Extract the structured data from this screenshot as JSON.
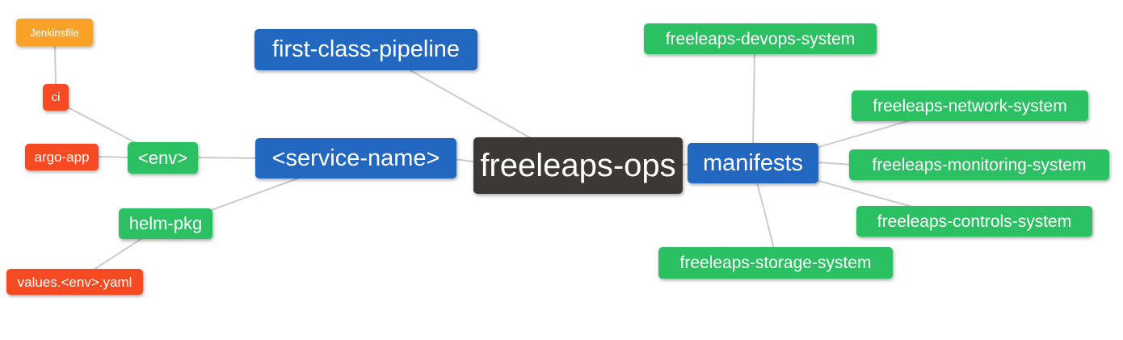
{
  "diagram": {
    "type": "mindmap",
    "root_label": "freeleaps-ops"
  },
  "palette": {
    "root_dark": "#3b3835",
    "branch_blue": "#2267c0",
    "node_green": "#2bc162",
    "leaf_red": "#f54a22",
    "leaf_orange": "#f9a227",
    "edge_gray": "#cccccc",
    "text_white": "#ffffff",
    "background": "#ffffff"
  },
  "nodes": [
    {
      "id": "jenkinsfile",
      "label": "Jenkinsfile",
      "level": 5,
      "color_role": "leaf_orange"
    },
    {
      "id": "ci",
      "label": "ci",
      "level": 4,
      "color_role": "leaf_red"
    },
    {
      "id": "argo-app",
      "label": "argo-app",
      "level": 4,
      "color_role": "leaf_red"
    },
    {
      "id": "env",
      "label": "<env>",
      "level": 3,
      "color_role": "node_green"
    },
    {
      "id": "helm-pkg",
      "label": "helm-pkg",
      "level": 3,
      "color_role": "node_green"
    },
    {
      "id": "values-env-yaml",
      "label": "values.<env>.yaml",
      "level": 4,
      "color_role": "leaf_red"
    },
    {
      "id": "first-class-pipeline",
      "label": "first-class-pipeline",
      "level": 2,
      "color_role": "branch_blue"
    },
    {
      "id": "service-name",
      "label": "<service-name>",
      "level": 2,
      "color_role": "branch_blue"
    },
    {
      "id": "freeleaps-ops",
      "label": "freeleaps-ops",
      "level": 1,
      "color_role": "root_dark"
    },
    {
      "id": "manifests",
      "label": "manifests",
      "level": 2,
      "color_role": "branch_blue"
    },
    {
      "id": "devops-system",
      "label": "freeleaps-devops-system",
      "level": 3,
      "color_role": "node_green"
    },
    {
      "id": "network-system",
      "label": "freeleaps-network-system",
      "level": 3,
      "color_role": "node_green"
    },
    {
      "id": "monitoring-system",
      "label": "freeleaps-monitoring-system",
      "level": 3,
      "color_role": "node_green"
    },
    {
      "id": "controls-system",
      "label": "freeleaps-controls-system",
      "level": 3,
      "color_role": "node_green"
    },
    {
      "id": "storage-system",
      "label": "freeleaps-storage-system",
      "level": 3,
      "color_role": "node_green"
    }
  ],
  "edges": [
    {
      "from": "jenkinsfile",
      "to": "ci"
    },
    {
      "from": "ci",
      "to": "env"
    },
    {
      "from": "argo-app",
      "to": "env"
    },
    {
      "from": "env",
      "to": "service-name"
    },
    {
      "from": "helm-pkg",
      "to": "service-name"
    },
    {
      "from": "values-env-yaml",
      "to": "helm-pkg"
    },
    {
      "from": "first-class-pipeline",
      "to": "freeleaps-ops"
    },
    {
      "from": "service-name",
      "to": "freeleaps-ops"
    },
    {
      "from": "freeleaps-ops",
      "to": "manifests"
    },
    {
      "from": "manifests",
      "to": "devops-system"
    },
    {
      "from": "manifests",
      "to": "network-system"
    },
    {
      "from": "manifests",
      "to": "monitoring-system"
    },
    {
      "from": "manifests",
      "to": "controls-system"
    },
    {
      "from": "manifests",
      "to": "storage-system"
    }
  ]
}
